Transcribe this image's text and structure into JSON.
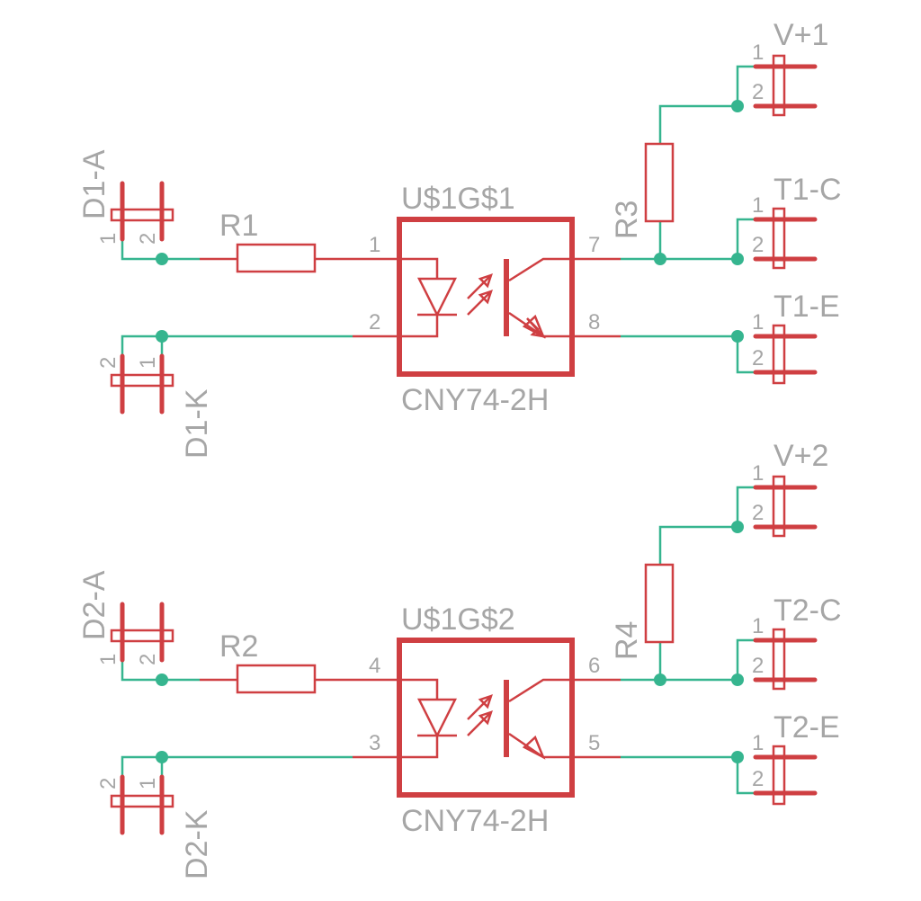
{
  "colors": {
    "wire": "#36b58f",
    "component": "#cf3f42",
    "label": "#a6a6a6",
    "background": "#ffffff"
  },
  "channels": [
    {
      "ic_name": "U$1G$1",
      "ic_value": "CNY74-2H",
      "pins": {
        "anode": "1",
        "cathode": "2",
        "collector": "7",
        "emitter": "8"
      },
      "resistor_in": "R1",
      "resistor_out": "R3",
      "conn_anode": {
        "name": "D1-A",
        "pin1": "1",
        "pin2": "2"
      },
      "conn_cathode": {
        "name": "D1-K",
        "pin1": "1",
        "pin2": "2"
      },
      "conn_vplus": {
        "name": "V+1",
        "pin1": "1",
        "pin2": "2"
      },
      "conn_collector": {
        "name": "T1-C",
        "pin1": "1",
        "pin2": "2"
      },
      "conn_emitter": {
        "name": "T1-E",
        "pin1": "1",
        "pin2": "2"
      }
    },
    {
      "ic_name": "U$1G$2",
      "ic_value": "CNY74-2H",
      "pins": {
        "anode": "4",
        "cathode": "3",
        "collector": "6",
        "emitter": "5"
      },
      "resistor_in": "R2",
      "resistor_out": "R4",
      "conn_anode": {
        "name": "D2-A",
        "pin1": "1",
        "pin2": "2"
      },
      "conn_cathode": {
        "name": "D2-K",
        "pin1": "1",
        "pin2": "2"
      },
      "conn_vplus": {
        "name": "V+2",
        "pin1": "1",
        "pin2": "2"
      },
      "conn_collector": {
        "name": "T2-C",
        "pin1": "1",
        "pin2": "2"
      },
      "conn_emitter": {
        "name": "T2-E",
        "pin1": "1",
        "pin2": "2"
      }
    }
  ]
}
